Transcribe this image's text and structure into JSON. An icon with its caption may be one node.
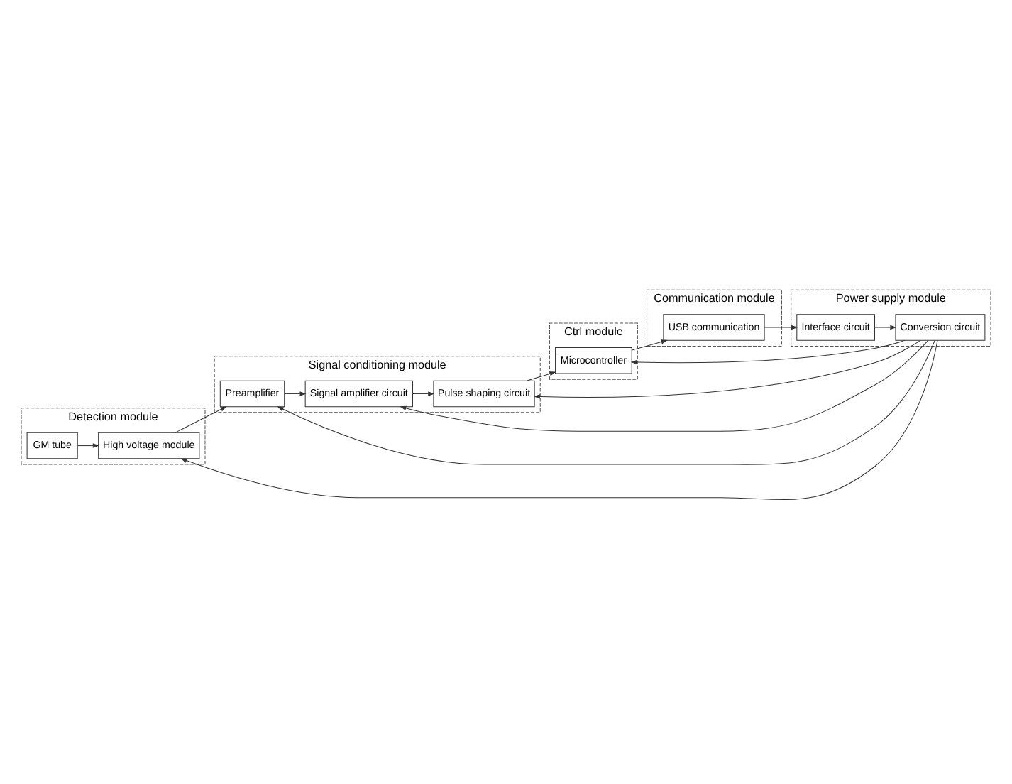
{
  "diagram": {
    "nodes": [
      {
        "text": [
          "Detection module"
        ]
      },
      {
        "text": [
          "GM tube"
        ],
        "in": 0
      },
      {
        "text": [
          "High voltage module"
        ],
        "in": 0
      },
      {
        "text": [
          "Signal conditioning module"
        ]
      },
      {
        "text": [
          "Preamplifier"
        ],
        "in": 3
      },
      {
        "text": [
          "Signal amplifier circuit"
        ],
        "in": 3
      },
      {
        "text": [
          "Pulse shaping circuit"
        ],
        "in": 3
      },
      {
        "text": [
          "Ctrl module"
        ]
      },
      {
        "text": [
          "Microcontroller"
        ],
        "in": 7
      },
      {
        "text": [
          "Communication module"
        ]
      },
      {
        "text": [
          "USB communication"
        ],
        "in": 9
      },
      {
        "text": [
          "Power supply module"
        ]
      },
      {
        "text": [
          "Conversion circuit"
        ],
        "in": 11
      },
      {
        "text": [
          "Interface circuit"
        ],
        "in": 11
      }
    ],
    "edges": [
      {
        "from": 1,
        "to": 2,
        "arrow": "to"
      },
      {
        "from": 2,
        "to": 4,
        "arrow": "to"
      },
      {
        "from": 4,
        "to": 5,
        "arrow": "to"
      },
      {
        "from": 5,
        "to": 6,
        "arrow": "to"
      },
      {
        "from": 6,
        "to": 8,
        "arrow": "to"
      },
      {
        "from": 8,
        "to": 10,
        "arrow": "to"
      },
      {
        "from": 12,
        "to": 2,
        "arrow": "to"
      },
      {
        "from": 12,
        "to": 4,
        "arrow": "to"
      },
      {
        "from": 12,
        "to": 5,
        "arrow": "to"
      },
      {
        "from": 12,
        "to": 6,
        "arrow": "to"
      },
      {
        "from": 12,
        "to": 8,
        "arrow": "to"
      },
      {
        "from": 10,
        "to": 13,
        "arrow": "to"
      },
      {
        "from": 13,
        "to": 12,
        "arrow": "to"
      }
    ]
  }
}
